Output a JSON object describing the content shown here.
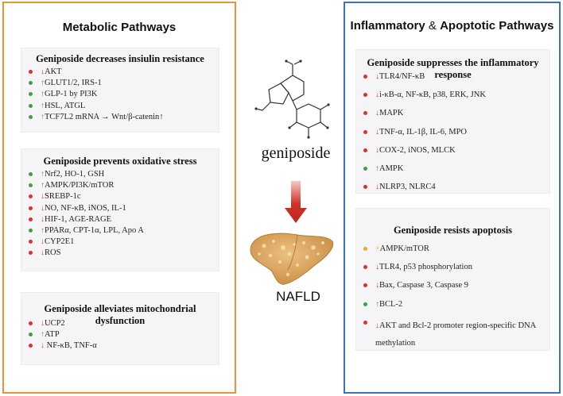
{
  "left_panel": {
    "title": "Metabolic Pathways",
    "boxes": [
      {
        "title": "Geniposide decreases insiulin resistance",
        "items": [
          {
            "dir": "down",
            "text": "AKT"
          },
          {
            "dir": "up",
            "text": "GLUT1/2, IRS-1"
          },
          {
            "dir": "up",
            "text": "GLP-1 by PI3K"
          },
          {
            "dir": "up",
            "text": "HSL, ATGL"
          },
          {
            "dir": "up",
            "text": "TCF7L2 mRNA → Wnt/β-catenin↑"
          }
        ]
      },
      {
        "title": "Geniposide prevents oxidative stress",
        "items": [
          {
            "dir": "up",
            "text": "Nrf2, HO-1, GSH"
          },
          {
            "dir": "up",
            "text": "AMPK/PI3K/mTOR"
          },
          {
            "dir": "down",
            "text": "SREBP-1c"
          },
          {
            "dir": "down",
            "text": "NO, NF-κB, iNOS, IL-1"
          },
          {
            "dir": "down",
            "text": "HIF-1, AGE-RAGE"
          },
          {
            "dir": "up",
            "text": "PPARα, CPT-1α, LPL, Apo A"
          },
          {
            "dir": "down",
            "text": "CYP2E1"
          },
          {
            "dir": "down",
            "text": "ROS"
          }
        ]
      },
      {
        "title": "Geniposide alleviates mitochondrial dysfunction",
        "items": [
          {
            "dir": "down",
            "text": "UCP2"
          },
          {
            "dir": "up",
            "text": "ATP"
          },
          {
            "dir": "down",
            "text": " NF-κB, TNF-α"
          }
        ]
      }
    ]
  },
  "center": {
    "compound_label": "geniposide",
    "disease_label": "NAFLD"
  },
  "right_panel": {
    "title_part1": "Inflammatory",
    "title_amp": " & ",
    "title_part2": "Apoptotic Pathways",
    "boxes": [
      {
        "title": "Geniposide suppresses the inflammatory response",
        "items": [
          {
            "dir": "down",
            "text": "TLR4/NF-κB"
          },
          {
            "dir": "down",
            "text": "i-κB-α, NF-κB, p38, ERK, JNK"
          },
          {
            "dir": "down",
            "text": "MAPK"
          },
          {
            "dir": "down",
            "text": "TNF-α, IL-1β, IL-6, MPO"
          },
          {
            "dir": "down",
            "text": "COX-2, iNOS, MLCK"
          },
          {
            "dir": "up",
            "text": "AMPK"
          },
          {
            "dir": "down",
            "text": "NLRP3, NLRC4"
          }
        ]
      },
      {
        "title": "Geniposide resists apoptosis",
        "items": [
          {
            "dir": "cross",
            "text": "AMPK/mTOR"
          },
          {
            "dir": "down",
            "text": "TLR4, p53 phosphorylation"
          },
          {
            "dir": "down",
            "text": "Bax, Caspase 3, Caspase 9"
          },
          {
            "dir": "up",
            "text": "BCL-2"
          },
          {
            "dir": "down",
            "text": "AKT and Bcl-2 promoter region-specific DNA methylation"
          }
        ]
      }
    ]
  },
  "colors": {
    "left_border": "#e8953a",
    "right_border": "#3a74b8",
    "down": "#d9342b",
    "up": "#3fa142",
    "cross": "#f0a928",
    "arrow": "#d0302a",
    "liver": "#d9a35a"
  },
  "icons": {
    "down": "↓",
    "up": "↑",
    "cross": "×"
  }
}
